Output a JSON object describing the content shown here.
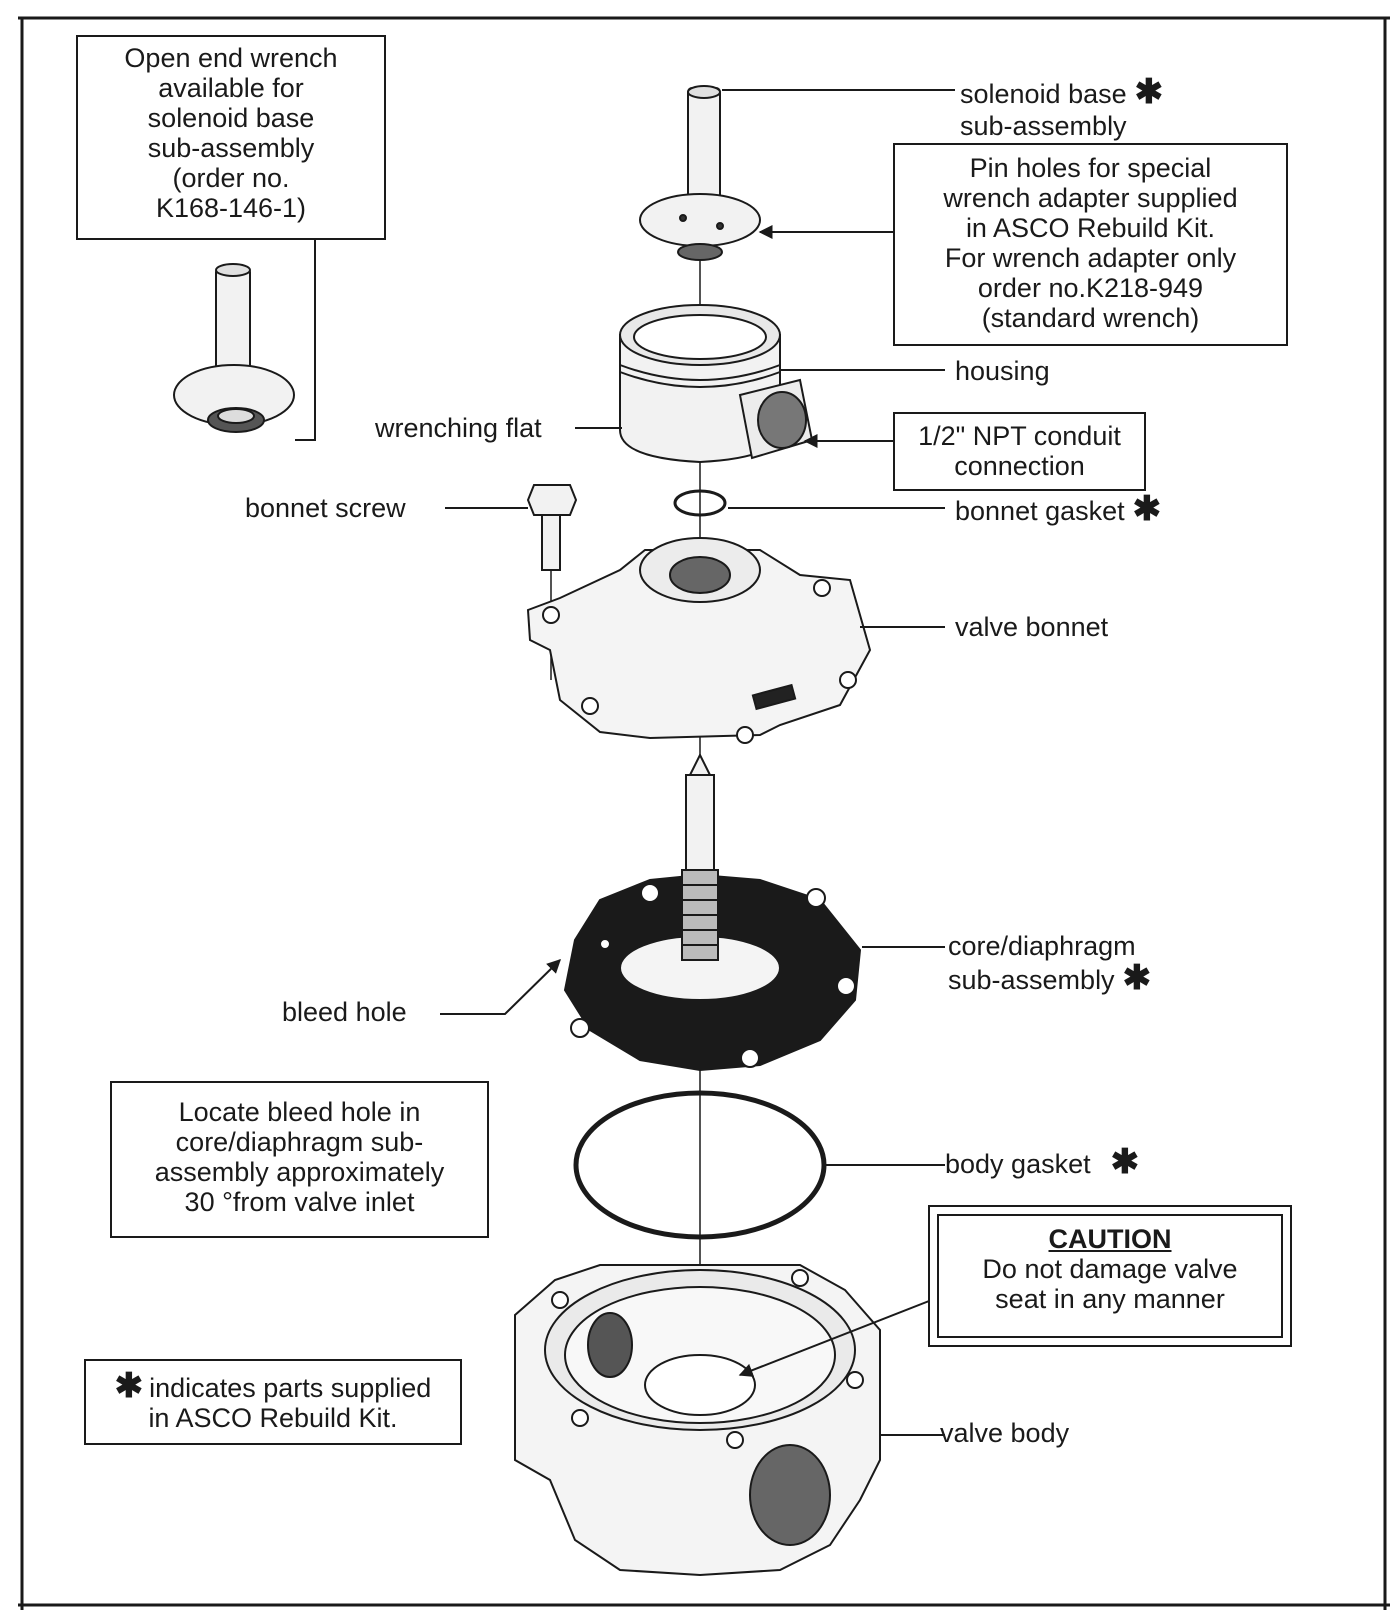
{
  "boxes": {
    "wrench": [
      "Open end wrench",
      "available for",
      "solenoid base",
      "sub-assembly",
      "(order no.",
      "K168-146-1)"
    ],
    "pin_holes": [
      "Pin holes for special",
      "wrench adapter supplied",
      "in ASCO Rebuild Kit.",
      "For wrench adapter only",
      "order no.K218-949",
      "(standard wrench)"
    ],
    "conduit": [
      "1/2\" NPT conduit",
      "connection"
    ],
    "bleed_note": [
      "Locate bleed hole in",
      "core/diaphragm sub-",
      "assembly approximately",
      "30 °from valve inlet"
    ],
    "caution_title": "CAUTION",
    "caution": [
      "Do not damage valve",
      "seat in any manner"
    ],
    "legend": [
      "indicates parts supplied",
      "in ASCO Rebuild Kit."
    ]
  },
  "labels": {
    "solenoid_base": [
      "solenoid base",
      "sub-assembly"
    ],
    "housing": "housing",
    "wrenching_flat": "wrenching flat",
    "bonnet_screw": "bonnet screw",
    "bonnet_gasket": "bonnet gasket",
    "valve_bonnet": "valve bonnet",
    "core_diaphragm": [
      "core/diaphragm",
      "sub-assembly"
    ],
    "bleed_hole": "bleed hole",
    "body_gasket": "body gasket",
    "valve_body": "valve body"
  },
  "kit_marker": "✱"
}
